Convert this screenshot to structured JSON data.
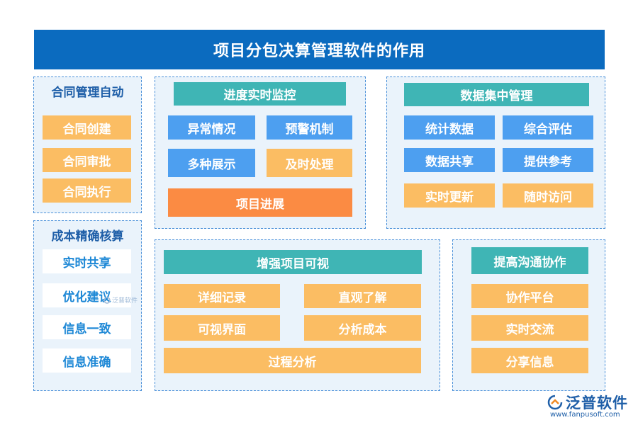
{
  "title": "项目分包决算管理软件的作用",
  "contract": {
    "heading": "合同管理自动",
    "items": [
      "合同创建",
      "合同审批",
      "合同执行"
    ]
  },
  "cost": {
    "heading": "成本精确核算",
    "items": [
      "实时共享",
      "优化建议",
      "信息一致",
      "信息准确"
    ]
  },
  "progress": {
    "heading": "进度实时监控",
    "items": [
      "异常情况",
      "预警机制",
      "多种展示",
      "及时处理",
      "项目进展"
    ]
  },
  "data_mgmt": {
    "heading": "数据集中管理",
    "items": [
      "统计数据",
      "综合评估",
      "数据共享",
      "提供参考",
      "实时更新",
      "随时访问"
    ]
  },
  "visibility": {
    "heading": "增强项目可视",
    "items": [
      "详细记录",
      "直观了解",
      "可视界面",
      "分析成本",
      "过程分析"
    ]
  },
  "collab": {
    "heading": "提高沟通协作",
    "items": [
      "协作平台",
      "实时交流",
      "分享信息"
    ]
  },
  "watermark": {
    "small": "泛普软件",
    "logo_text": "泛普软件",
    "url": "www.fanpusoft.com"
  },
  "colors": {
    "title_bg": "#0b6bbf",
    "teal": "#3fb5b5",
    "blue": "#4d9ff0",
    "amber": "#fbbd63",
    "orange": "#fb8b43",
    "panel_bg": "#eaf3fb"
  }
}
